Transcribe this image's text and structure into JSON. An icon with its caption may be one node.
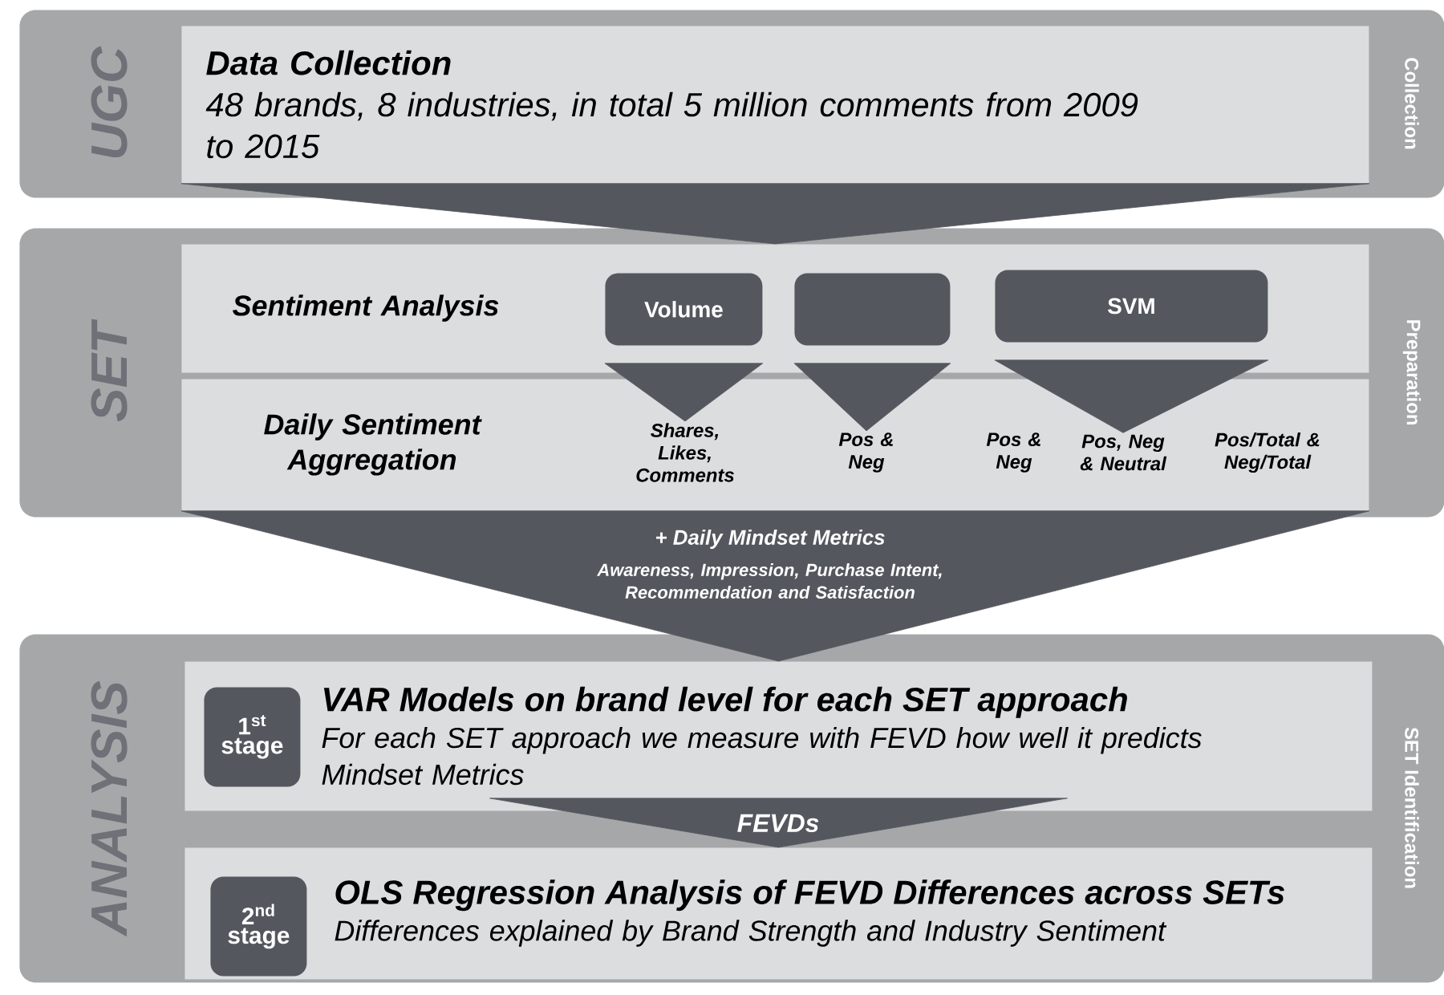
{
  "diagram": {
    "nodes": [
      {
        "text": [
          "UGC",
          "Collection"
        ]
      },
      {
        "text": [
          "Data Collection",
          "48 brands, 8 industries, in total 5 million comments from 2009 to 2015"
        ],
        "in": 0
      },
      {
        "text": [
          "SET",
          "Preparation"
        ]
      },
      {
        "text": [
          "Sentiment Analysis"
        ],
        "in": 2
      },
      {
        "text": [
          "Volume"
        ],
        "in": 3
      },
      {
        "text": [],
        "shape": "box",
        "in": 3
      },
      {
        "text": [
          "SVM"
        ],
        "in": 3
      },
      {
        "text": [
          "Daily Sentiment Aggregation"
        ],
        "in": 2
      },
      {
        "text": [
          "Shares, Likes, Comments"
        ],
        "in": 7
      },
      {
        "text": [
          "Pos & Neg"
        ],
        "in": 7
      },
      {
        "text": [
          "Pos & Neg"
        ],
        "in": 7
      },
      {
        "text": [
          "Pos, Neg & Neutral"
        ],
        "in": 7
      },
      {
        "text": [
          "Pos/Total & Neg/Total"
        ],
        "in": 7
      },
      {
        "text": [
          "ANALYSIS",
          "SET Identification"
        ]
      },
      {
        "text": [
          "VAR Models on  brand level for each SET approach",
          "For each SET approach we measure with FEVD how well it predicts Mindset Metrics"
        ],
        "in": 13
      },
      {
        "text": [
          "1$^{st}$ stage"
        ],
        "in": 14
      },
      {
        "text": [
          "OLS Regression Analysis of FEVD Differences across SETs",
          "Differences explained by Brand Strength and Industry Sentiment"
        ],
        "in": 13
      },
      {
        "text": [
          "2$^{nd}$ stage"
        ],
        "in": 16
      }
    ],
    "edges": [
      {
        "from": 1,
        "to": 3,
        "arrow": "to"
      },
      {
        "from": 4,
        "to": 8,
        "arrow": "to"
      },
      {
        "from": 5,
        "to": 9,
        "arrow": "to"
      },
      {
        "from": 6,
        "to": 11,
        "arrow": "to"
      },
      {
        "from": 7,
        "to": 14,
        "arrow": "to",
        "label": "+ Daily Mindset Metrics"
      },
      {
        "from": 14,
        "to": 16,
        "arrow": "to",
        "label": "FEVDs"
      }
    ],
    "labels": [
      "Awareness, Impression, Purchase Intent, Recommendation and Satisfaction"
    ]
  }
}
